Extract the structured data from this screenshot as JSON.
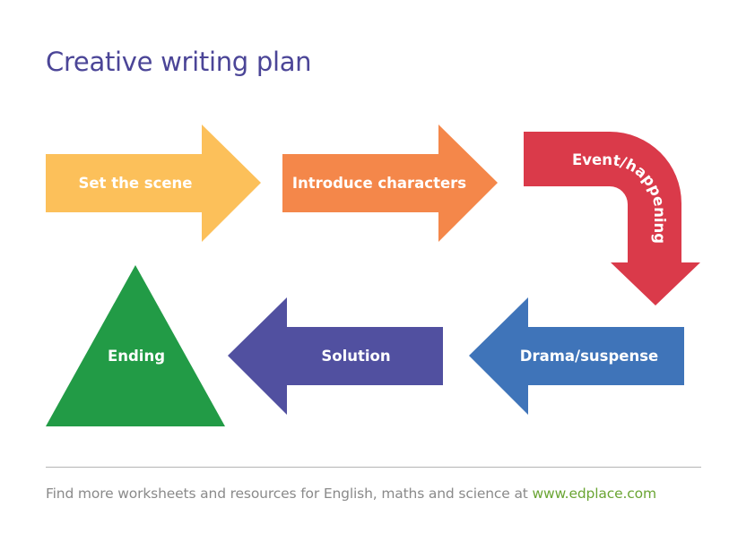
{
  "title": "Creative writing plan",
  "steps": [
    {
      "label": "Set the scene",
      "color": "#fcc05a"
    },
    {
      "label": "Introduce characters",
      "color": "#f4874a"
    },
    {
      "label": "Event/happening",
      "color": "#da3a4a"
    },
    {
      "label": "Drama/suspense",
      "color": "#3f74b9"
    },
    {
      "label": "Solution",
      "color": "#5150a0"
    },
    {
      "label": "Ending",
      "color": "#229b46"
    }
  ],
  "footer": {
    "text": "Find more worksheets and resources for English, maths and science at ",
    "link": "www.edplace.com"
  }
}
